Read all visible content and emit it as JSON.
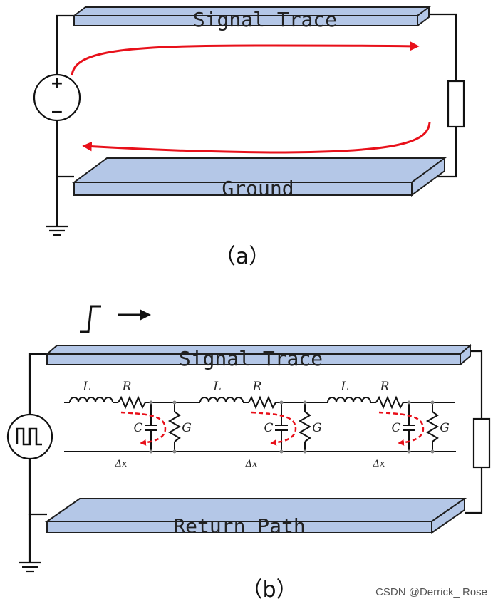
{
  "panel_a": {
    "top_trace_label": "Signal Trace",
    "bottom_trace_label": "Ground",
    "source_plus": "+",
    "source_minus": "−",
    "caption": "（a）"
  },
  "panel_b": {
    "top_trace_label": "Signal Trace",
    "bottom_trace_label": "Return Path",
    "caption": "（b）",
    "segments": [
      {
        "L": "L",
        "R": "R",
        "C": "C",
        "G": "G",
        "dx": "Δx"
      },
      {
        "L": "L",
        "R": "R",
        "C": "C",
        "G": "G",
        "dx": "Δx"
      },
      {
        "L": "L",
        "R": "R",
        "C": "C",
        "G": "G",
        "dx": "Δx"
      }
    ]
  },
  "watermark": "CSDN @Derrick_ Rose",
  "colors": {
    "trace_fill": "#b4c7e7",
    "trace_stroke": "#1f1f1f",
    "current_arrow": "#e8101a",
    "wire": "#111111"
  }
}
